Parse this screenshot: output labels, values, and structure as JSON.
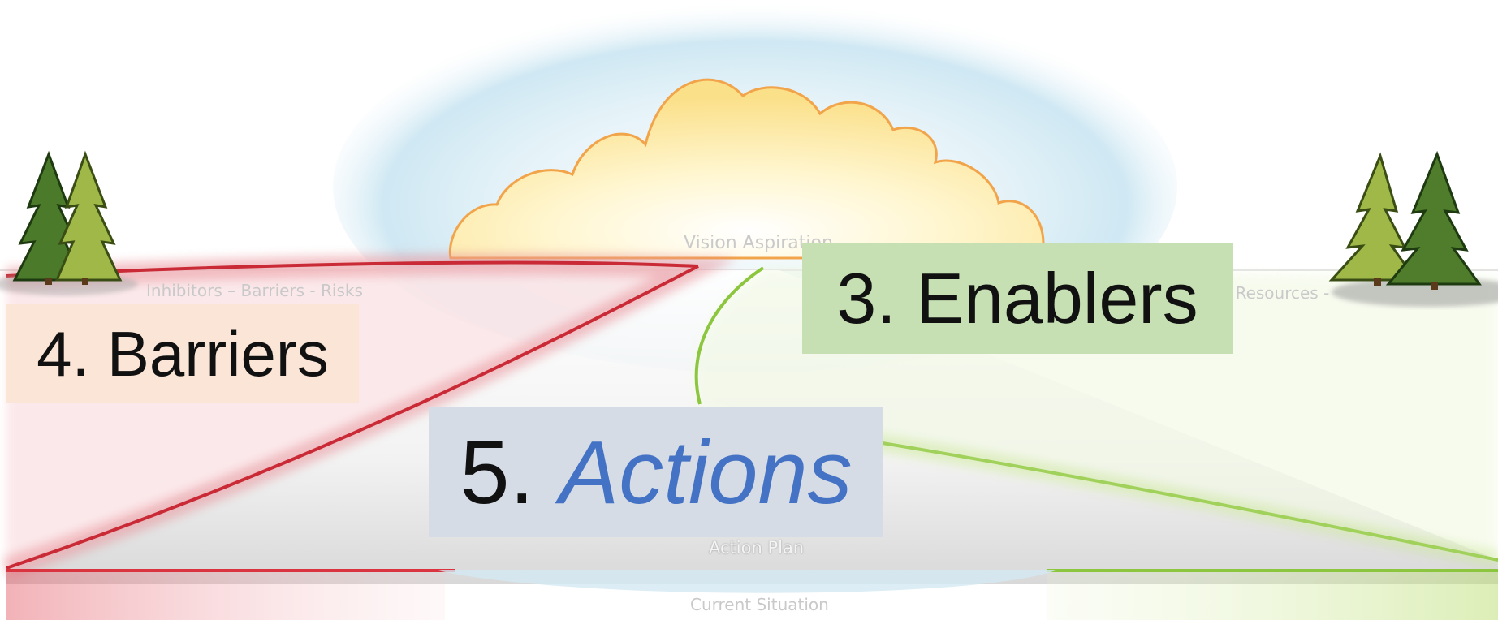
{
  "diagram": {
    "faint_labels": {
      "vision": "Vision Aspiration",
      "inhibitors": "Inhibitors – Barriers - Risks",
      "resources": "- Resources -",
      "action_plan": "Action Plan",
      "current_situation": "Current Situation"
    },
    "boxes": {
      "enablers": {
        "text": "3. Enablers",
        "bg": "#c6e0b4"
      },
      "barriers": {
        "text": "4. Barriers",
        "bg": "#fbe5d6"
      },
      "actions": {
        "number": "5.",
        "word": "Actions",
        "bg": "#d6dce5",
        "accent": "#4472c4"
      }
    },
    "colors": {
      "barrier_line": "#d9343f",
      "enabler_line": "#8cc63e",
      "cloud_fill": "#fbe59a",
      "cloud_outline": "#f2a44a",
      "sky_glow": "#cfe8f3"
    },
    "icons": [
      "tree-cluster-left-icon",
      "tree-cluster-right-icon",
      "cloud-icon"
    ]
  }
}
